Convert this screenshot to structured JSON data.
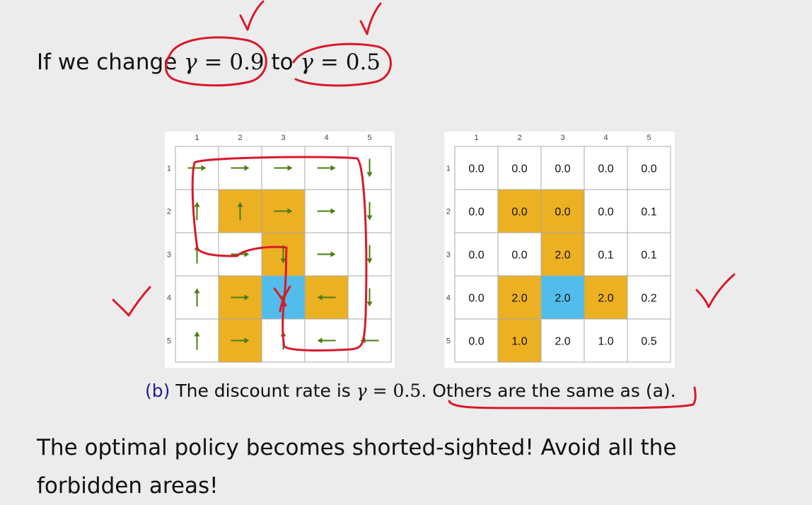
{
  "slide": {
    "heading": {
      "prefix": "If we change ",
      "gamma_old": "0.9",
      "connector": " to ",
      "gamma_new": "0.5",
      "symbol": "γ",
      "equals": " = "
    },
    "caption": {
      "label": "(b)",
      "text_before": " The discount rate is ",
      "gamma_value": "0.5.",
      "text_after": " Others are the same as (a)."
    },
    "conclusion": "The optimal policy becomes shorted-sighted! Avoid all the forbidden areas!"
  },
  "grids": {
    "column_labels": [
      "1",
      "2",
      "3",
      "4",
      "5"
    ],
    "row_labels": [
      "1",
      "2",
      "3",
      "4",
      "5"
    ],
    "cell_types": [
      [
        "accessible",
        "accessible",
        "accessible",
        "accessible",
        "accessible"
      ],
      [
        "accessible",
        "forbidden",
        "forbidden",
        "accessible",
        "accessible"
      ],
      [
        "accessible",
        "accessible",
        "forbidden",
        "accessible",
        "accessible"
      ],
      [
        "accessible",
        "forbidden",
        "target",
        "forbidden",
        "accessible"
      ],
      [
        "accessible",
        "forbidden",
        "accessible",
        "accessible",
        "accessible"
      ]
    ],
    "policy_actions": [
      [
        "right",
        "right",
        "right",
        "right",
        "down"
      ],
      [
        "up",
        "up",
        "right",
        "right",
        "down"
      ],
      [
        "up",
        "right",
        "down",
        "right",
        "down"
      ],
      [
        "up",
        "right",
        "stay",
        "left",
        "down"
      ],
      [
        "up",
        "right",
        "up",
        "left",
        "left"
      ]
    ],
    "state_values": [
      [
        "0.0",
        "0.0",
        "0.0",
        "0.0",
        "0.0"
      ],
      [
        "0.0",
        "0.0",
        "0.0",
        "0.0",
        "0.1"
      ],
      [
        "0.0",
        "0.0",
        "2.0",
        "0.1",
        "0.1"
      ],
      [
        "0.0",
        "2.0",
        "2.0",
        "2.0",
        "0.2"
      ],
      [
        "0.0",
        "1.0",
        "2.0",
        "1.0",
        "0.5"
      ]
    ]
  },
  "colors": {
    "forbidden": "#ecb023",
    "target": "#52bdea",
    "arrow": "#4a7d12",
    "annotation": "#d8192c",
    "background": "#ececec"
  }
}
